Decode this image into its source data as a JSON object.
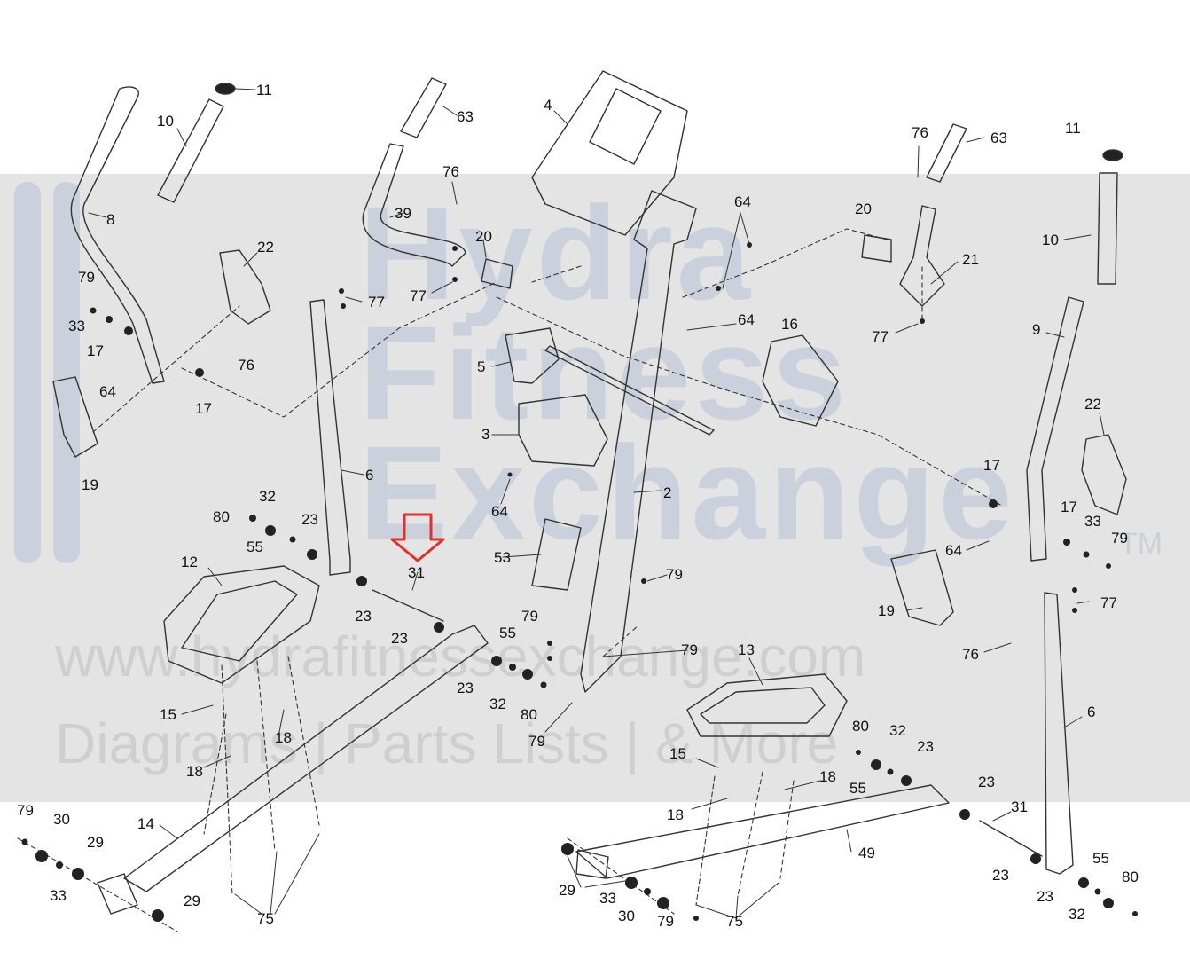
{
  "watermark": {
    "brand_line1": "Hydra",
    "brand_line2": "Fitness",
    "brand_line3": "Exchange",
    "trademark": "TM",
    "url": "www.hydrafitnessexchange.com",
    "tagline": "Diagrams | Parts Lists | & More"
  },
  "highlight": {
    "part": "31",
    "arrow_color": "#e03030"
  },
  "labels": [
    {
      "id": "l1",
      "text": "11"
    },
    {
      "id": "l2",
      "text": "10"
    },
    {
      "id": "l3",
      "text": "8"
    },
    {
      "id": "l4",
      "text": "22"
    },
    {
      "id": "l5",
      "text": "79"
    },
    {
      "id": "l6",
      "text": "33"
    },
    {
      "id": "l7",
      "text": "17"
    },
    {
      "id": "l8",
      "text": "64"
    },
    {
      "id": "l9",
      "text": "17"
    },
    {
      "id": "l10",
      "text": "19"
    },
    {
      "id": "l11",
      "text": "76"
    },
    {
      "id": "l12",
      "text": "63"
    },
    {
      "id": "l13",
      "text": "76"
    },
    {
      "id": "l14",
      "text": "39"
    },
    {
      "id": "l15",
      "text": "20"
    },
    {
      "id": "l16",
      "text": "77"
    },
    {
      "id": "l17",
      "text": "77"
    },
    {
      "id": "l18",
      "text": "4"
    },
    {
      "id": "l19",
      "text": "64"
    },
    {
      "id": "l20",
      "text": "64"
    },
    {
      "id": "l21",
      "text": "5"
    },
    {
      "id": "l22",
      "text": "16"
    },
    {
      "id": "l23",
      "text": "3"
    },
    {
      "id": "l24",
      "text": "64"
    },
    {
      "id": "l25",
      "text": "2"
    },
    {
      "id": "l26",
      "text": "53"
    },
    {
      "id": "l27",
      "text": "6"
    },
    {
      "id": "l28",
      "text": "32"
    },
    {
      "id": "l29",
      "text": "80"
    },
    {
      "id": "l30",
      "text": "23"
    },
    {
      "id": "l31",
      "text": "55"
    },
    {
      "id": "l32",
      "text": "12"
    },
    {
      "id": "l33",
      "text": "23"
    },
    {
      "id": "l34",
      "text": "31"
    },
    {
      "id": "l35",
      "text": "23"
    },
    {
      "id": "l36",
      "text": "55"
    },
    {
      "id": "l37",
      "text": "79"
    },
    {
      "id": "l38",
      "text": "23"
    },
    {
      "id": "l39",
      "text": "32"
    },
    {
      "id": "l40",
      "text": "80"
    },
    {
      "id": "l41",
      "text": "79"
    },
    {
      "id": "l42",
      "text": "79"
    },
    {
      "id": "l43",
      "text": "79"
    },
    {
      "id": "l44",
      "text": "15"
    },
    {
      "id": "l45",
      "text": "18"
    },
    {
      "id": "l46",
      "text": "18"
    },
    {
      "id": "l47",
      "text": "14"
    },
    {
      "id": "l48",
      "text": "79"
    },
    {
      "id": "l49",
      "text": "30"
    },
    {
      "id": "l50",
      "text": "29"
    },
    {
      "id": "l51",
      "text": "33"
    },
    {
      "id": "l52",
      "text": "29"
    },
    {
      "id": "l53",
      "text": "75"
    },
    {
      "id": "l54",
      "text": "76"
    },
    {
      "id": "l55",
      "text": "63"
    },
    {
      "id": "l56",
      "text": "11"
    },
    {
      "id": "l57",
      "text": "20"
    },
    {
      "id": "l58",
      "text": "21"
    },
    {
      "id": "l59",
      "text": "77"
    },
    {
      "id": "l60",
      "text": "10"
    },
    {
      "id": "l61",
      "text": "9"
    },
    {
      "id": "l62",
      "text": "22"
    },
    {
      "id": "l63",
      "text": "17"
    },
    {
      "id": "l64",
      "text": "17"
    },
    {
      "id": "l65",
      "text": "33"
    },
    {
      "id": "l66",
      "text": "79"
    },
    {
      "id": "l67",
      "text": "64"
    },
    {
      "id": "l68",
      "text": "19"
    },
    {
      "id": "l69",
      "text": "77"
    },
    {
      "id": "l70",
      "text": "76"
    },
    {
      "id": "l71",
      "text": "13"
    },
    {
      "id": "l72",
      "text": "6"
    },
    {
      "id": "l73",
      "text": "80"
    },
    {
      "id": "l74",
      "text": "32"
    },
    {
      "id": "l75",
      "text": "23"
    },
    {
      "id": "l76",
      "text": "55"
    },
    {
      "id": "l77",
      "text": "15"
    },
    {
      "id": "l78",
      "text": "18"
    },
    {
      "id": "l79",
      "text": "18"
    },
    {
      "id": "l80",
      "text": "23"
    },
    {
      "id": "l81",
      "text": "31"
    },
    {
      "id": "l82",
      "text": "49"
    },
    {
      "id": "l83",
      "text": "23"
    },
    {
      "id": "l84",
      "text": "55"
    },
    {
      "id": "l85",
      "text": "80"
    },
    {
      "id": "l86",
      "text": "23"
    },
    {
      "id": "l87",
      "text": "32"
    },
    {
      "id": "l88",
      "text": "29"
    },
    {
      "id": "l89",
      "text": "33"
    },
    {
      "id": "l90",
      "text": "30"
    },
    {
      "id": "l91",
      "text": "79"
    },
    {
      "id": "l92",
      "text": "75"
    }
  ]
}
